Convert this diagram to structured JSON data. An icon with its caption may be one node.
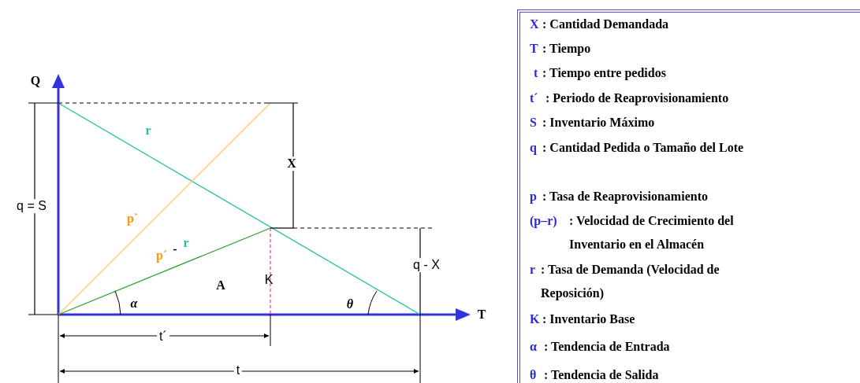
{
  "diagram": {
    "labels": [
      "Q",
      "q = S",
      "r",
      "X",
      "p`",
      "p´",
      "-",
      "r",
      "A",
      "K",
      "q - X",
      "α",
      "θ",
      "T",
      "t´",
      "t",
      "X",
      ": Cantidad Demandada",
      "T",
      ": Tiempo",
      "t",
      ": Tiempo entre pedidos",
      "t´",
      ": Periodo de Reaprovisionamiento",
      "S",
      ": Inventario Máximo",
      "q",
      ": Cantidad Pedida o Tamaño del Lote",
      "p",
      ": Tasa de Reaprovisionamiento",
      "(p–r)",
      ": Velocidad de Crecimiento del Inventario en el Almacén",
      "r",
      ": Tasa de Demanda (Velocidad de Reposición)",
      "K",
      ": Inventario Base",
      "α",
      ": Tendencia de Entrada",
      "θ",
      ": Tendencia de Salida"
    ]
  }
}
